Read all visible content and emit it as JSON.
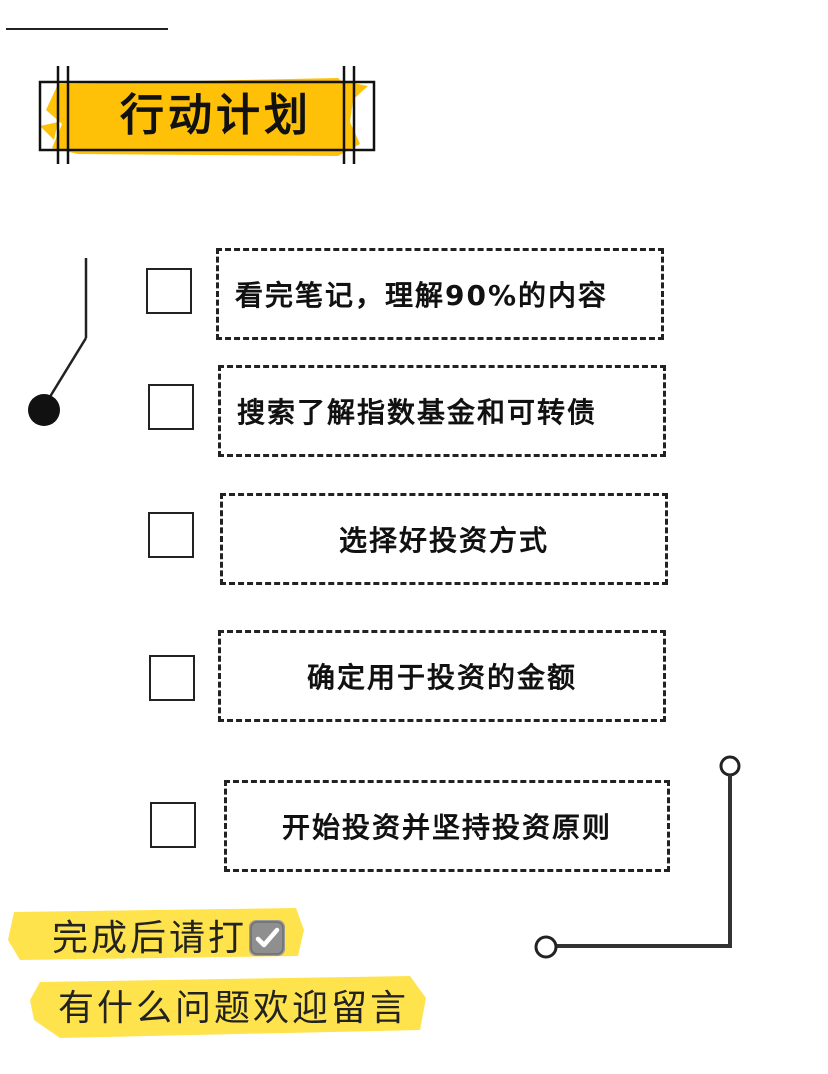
{
  "title": "行动计划",
  "colors": {
    "accent": "#FFC107",
    "ink": "#222222"
  },
  "tasks": [
    {
      "label": "看完笔记，理解90%的内容",
      "checked": false
    },
    {
      "label": "搜索了解指数基金和可转债",
      "checked": false
    },
    {
      "label": "选择好投资方式",
      "checked": false
    },
    {
      "label": "确定用于投资的金额",
      "checked": false
    },
    {
      "label": "开始投资并坚持投资原则",
      "checked": false
    }
  ],
  "note": {
    "line1": "完成后请打",
    "line1_icon": "check-box-icon",
    "line2": "有什么问题欢迎留言"
  }
}
